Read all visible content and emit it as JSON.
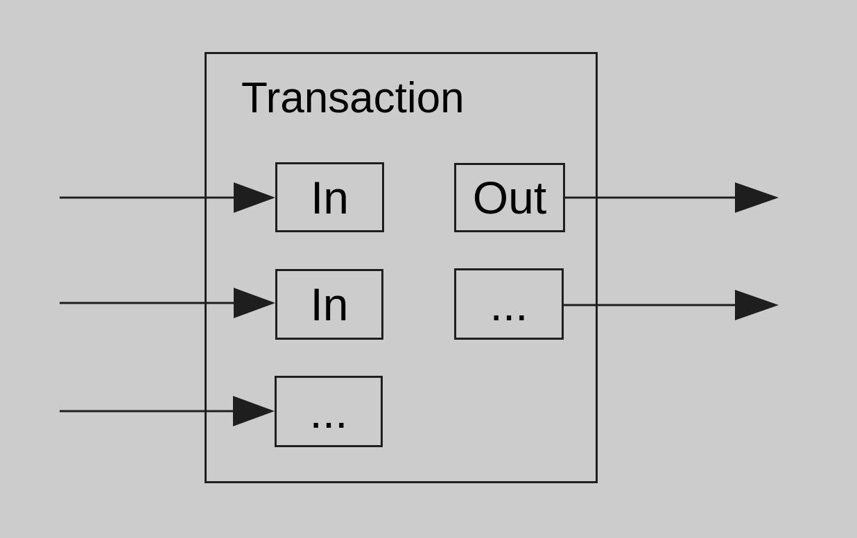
{
  "diagram": {
    "title": "Transaction",
    "inputs": [
      {
        "label": "In"
      },
      {
        "label": "In"
      },
      {
        "label": "..."
      }
    ],
    "outputs": [
      {
        "label": "Out"
      },
      {
        "label": "..."
      }
    ],
    "colors": {
      "background": "#cccccc",
      "line": "#1e1e1e",
      "text": "#000000"
    }
  }
}
